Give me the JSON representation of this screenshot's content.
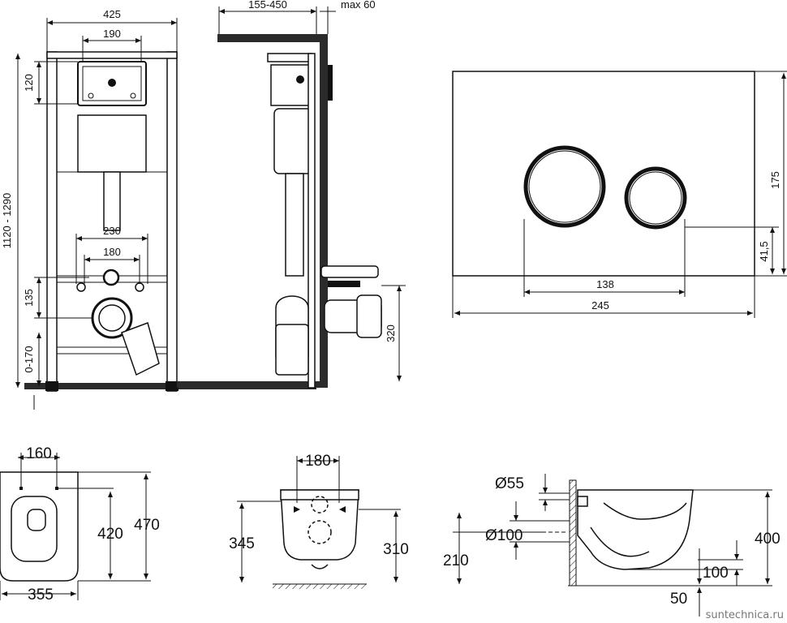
{
  "frame_front": {
    "width_total": "425",
    "width_panel": "190",
    "height_range": "1120 - 1290",
    "panel_height": "120",
    "pipe_spacing_outer": "230",
    "pipe_spacing_inner": "180",
    "drain_height": "135",
    "floor_adjust": "0-170"
  },
  "frame_side": {
    "depth_range": "155-450",
    "wall_max": "max 60",
    "outlet_height": "320"
  },
  "flush_plate": {
    "height": "175",
    "button_offset": "41,5",
    "button_span": "138",
    "width": "245"
  },
  "bowl_top": {
    "mount_spacing": "160",
    "length_inner": "420",
    "length_total": "470",
    "width": "355"
  },
  "bowl_back": {
    "mount_spacing": "180",
    "height_left": "345",
    "height_right": "310"
  },
  "bowl_side": {
    "inlet_diameter": "Ø55",
    "outlet_diameter": "Ø100",
    "outlet_height": "210",
    "height_total": "400",
    "outlet_depth": "100",
    "base_offset": "50"
  },
  "watermark": "suntechnica.ru"
}
